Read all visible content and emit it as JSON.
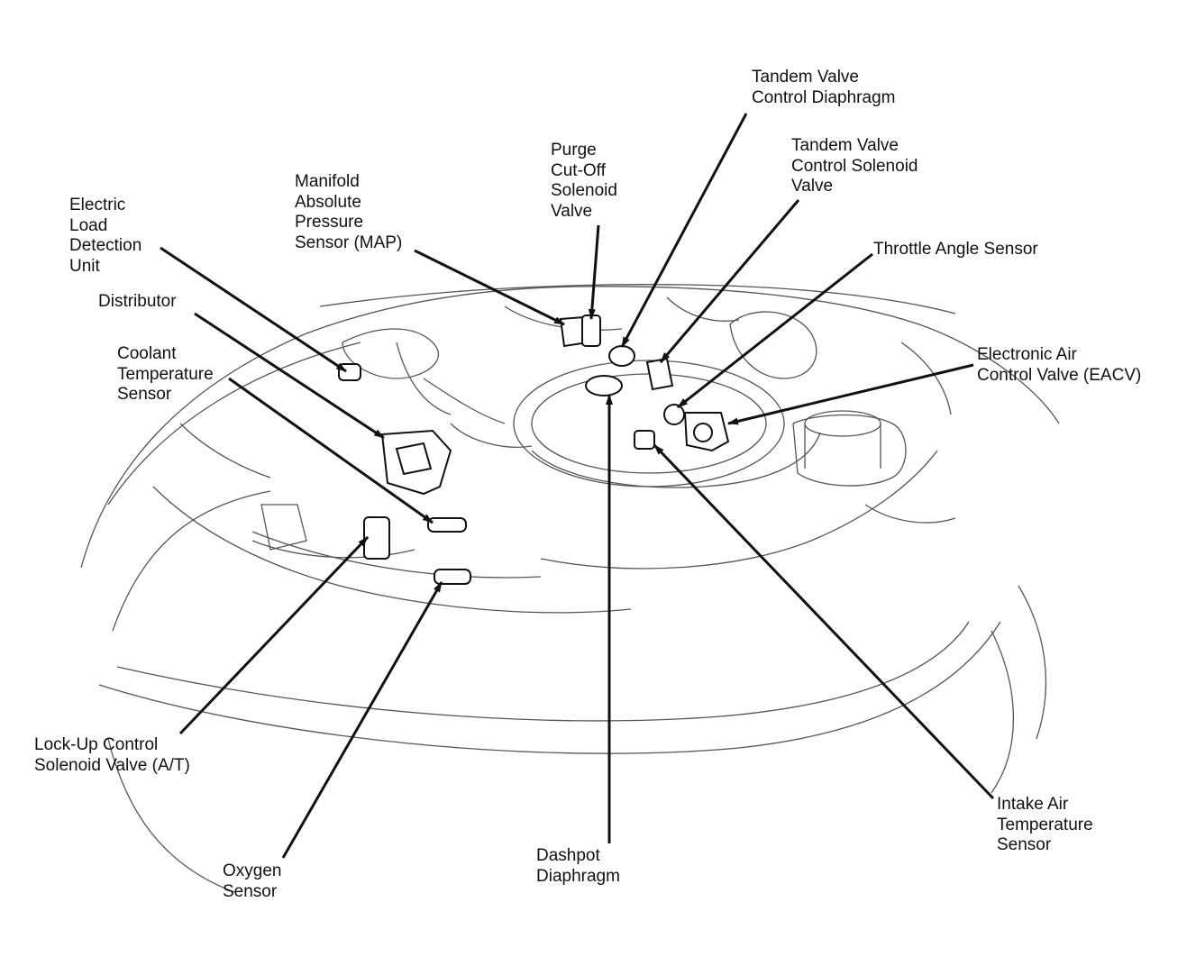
{
  "labels": {
    "electric_load": [
      "Electric",
      "Load",
      "Detection",
      "Unit"
    ],
    "map_sensor": [
      "Manifold",
      "Absolute",
      "Pressure",
      "Sensor (MAP)"
    ],
    "purge_valve": [
      "Purge",
      "Cut-Off",
      "Solenoid",
      "Valve"
    ],
    "tandem_diaphragm": [
      "Tandem Valve",
      "Control Diaphragm"
    ],
    "tandem_solenoid": [
      "Tandem Valve",
      "Control Solenoid",
      "Valve"
    ],
    "throttle_sensor": [
      "Throttle Angle Sensor"
    ],
    "eacv": [
      "Electronic Air",
      "Control Valve (EACV)"
    ],
    "distributor": [
      "Distributor"
    ],
    "coolant_sensor": [
      "Coolant",
      "Temperature",
      "Sensor"
    ],
    "lockup_valve": [
      "Lock-Up Control",
      "Solenoid Valve (A/T)"
    ],
    "oxygen_sensor": [
      "Oxygen",
      "Sensor"
    ],
    "dashpot": [
      "Dashpot",
      "Diaphragm"
    ],
    "intake_air": [
      "Intake Air",
      "Temperature",
      "Sensor"
    ]
  },
  "colors": {
    "line": "#111111",
    "sketch": "#555555",
    "background": "#ffffff"
  }
}
